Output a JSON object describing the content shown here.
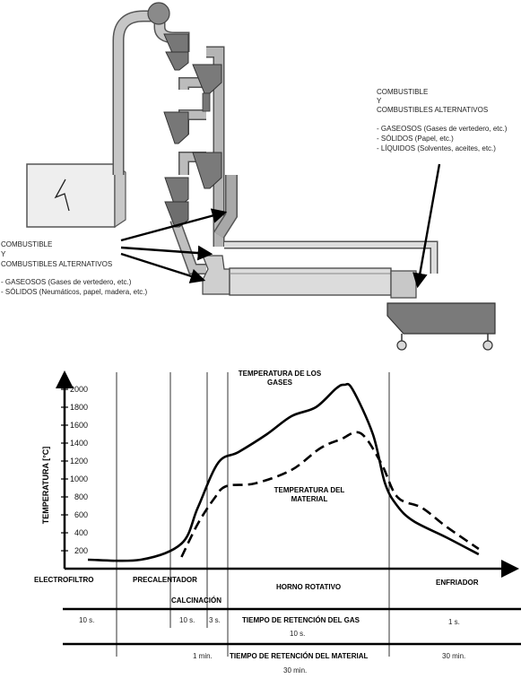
{
  "plant": {
    "right_fuel": {
      "title": [
        "COMBUSTIBLE",
        "Y",
        "COMBUSTIBLES ALTERNATIVOS"
      ],
      "items": [
        "- GASEOSOS (Gases de vertedero, etc.)",
        "- SÓLIDOS (Papel, etc.)",
        "- LÍQUIDOS (Solventes, aceites, etc.)"
      ]
    },
    "left_fuel": {
      "title": [
        "COMBUSTIBLE",
        "Y",
        "COMBUSTIBLES ALTERNATIVOS"
      ],
      "items": [
        "- GASEOSOS (Gases de vertedero, etc.)",
        "- SÓLIDOS (Neumáticos, papel, madera, etc.)"
      ]
    }
  },
  "chart_data": {
    "type": "line",
    "ylabel": "TEMPERATURA [°C]",
    "yticks": [
      200,
      400,
      600,
      800,
      1000,
      1200,
      1400,
      1600,
      1800,
      2000
    ],
    "ylim": [
      0,
      2150
    ],
    "series": [
      {
        "name": "TEMPERATURA DE LOS GASES",
        "style": "solid",
        "points": [
          [
            0.0,
            100
          ],
          [
            0.13,
            100
          ],
          [
            0.23,
            280
          ],
          [
            0.27,
            680
          ],
          [
            0.32,
            1180
          ],
          [
            0.37,
            1300
          ],
          [
            0.44,
            1500
          ],
          [
            0.5,
            1700
          ],
          [
            0.56,
            1800
          ],
          [
            0.61,
            2010
          ],
          [
            0.63,
            2050
          ],
          [
            0.65,
            2000
          ],
          [
            0.7,
            1500
          ],
          [
            0.73,
            950
          ],
          [
            0.76,
            700
          ],
          [
            0.8,
            530
          ],
          [
            0.88,
            350
          ],
          [
            0.96,
            160
          ]
        ]
      },
      {
        "name": "TEMPERATURA DEL MATERIAL",
        "style": "dashed",
        "points": [
          [
            0.23,
            130
          ],
          [
            0.27,
            500
          ],
          [
            0.31,
            780
          ],
          [
            0.34,
            920
          ],
          [
            0.41,
            950
          ],
          [
            0.5,
            1100
          ],
          [
            0.57,
            1340
          ],
          [
            0.62,
            1440
          ],
          [
            0.67,
            1510
          ],
          [
            0.72,
            1180
          ],
          [
            0.76,
            800
          ],
          [
            0.82,
            680
          ],
          [
            0.88,
            470
          ],
          [
            0.96,
            220
          ]
        ]
      }
    ],
    "zones": [
      "ELECTROFILTRO",
      "PRECALENTADOR",
      "CALCINACIÓN",
      "HORNO ROTATIVO",
      "ENFRIADOR"
    ],
    "gas_retention": {
      "label": "TIEMPO DE RETENCIÓN DEL GAS",
      "total": "10 s.",
      "segments": [
        "10 s.",
        "10 s.",
        "3 s.",
        "1 s."
      ]
    },
    "material_retention": {
      "label": "TIEMPO DE RETENCIÓN DEL MATERIAL",
      "total": "30 min.",
      "segments": [
        "1 min.",
        "30 min."
      ]
    }
  }
}
